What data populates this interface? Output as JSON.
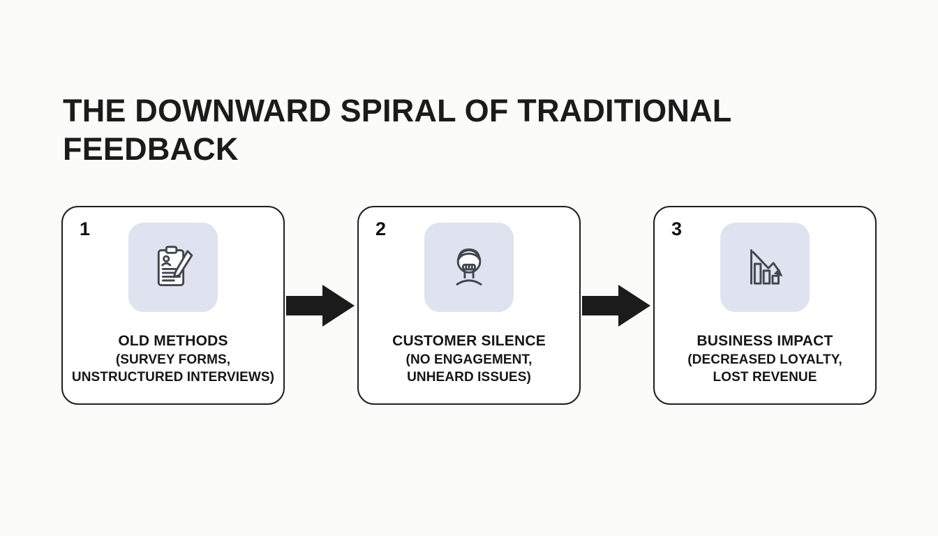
{
  "title": "THE DOWNWARD SPIRAL OF TRADITIONAL FEEDBACK",
  "steps": [
    {
      "number": "1",
      "icon": "clipboard-survey-icon",
      "title": "OLD METHODS",
      "sub1": "(SURVEY FORMS,",
      "sub2": "UNSTRUCTURED INTERVIEWS)"
    },
    {
      "number": "2",
      "icon": "silenced-customer-icon",
      "title": "CUSTOMER SILENCE",
      "sub1": "(NO ENGAGEMENT,",
      "sub2": "UNHEARD ISSUES)"
    },
    {
      "number": "3",
      "icon": "declining-chart-icon",
      "title": "BUSINESS IMPACT",
      "sub1": "(DECREASED LOYALTY,",
      "sub2": "LOST REVENUE"
    }
  ],
  "colors": {
    "background": "#fbfbf9",
    "card_background": "#ffffff",
    "card_border": "#1f1f1f",
    "icon_tile_background": "#dee3ef",
    "icon_stroke": "#41464f",
    "arrow": "#1b1b1b",
    "text": "#161616"
  }
}
